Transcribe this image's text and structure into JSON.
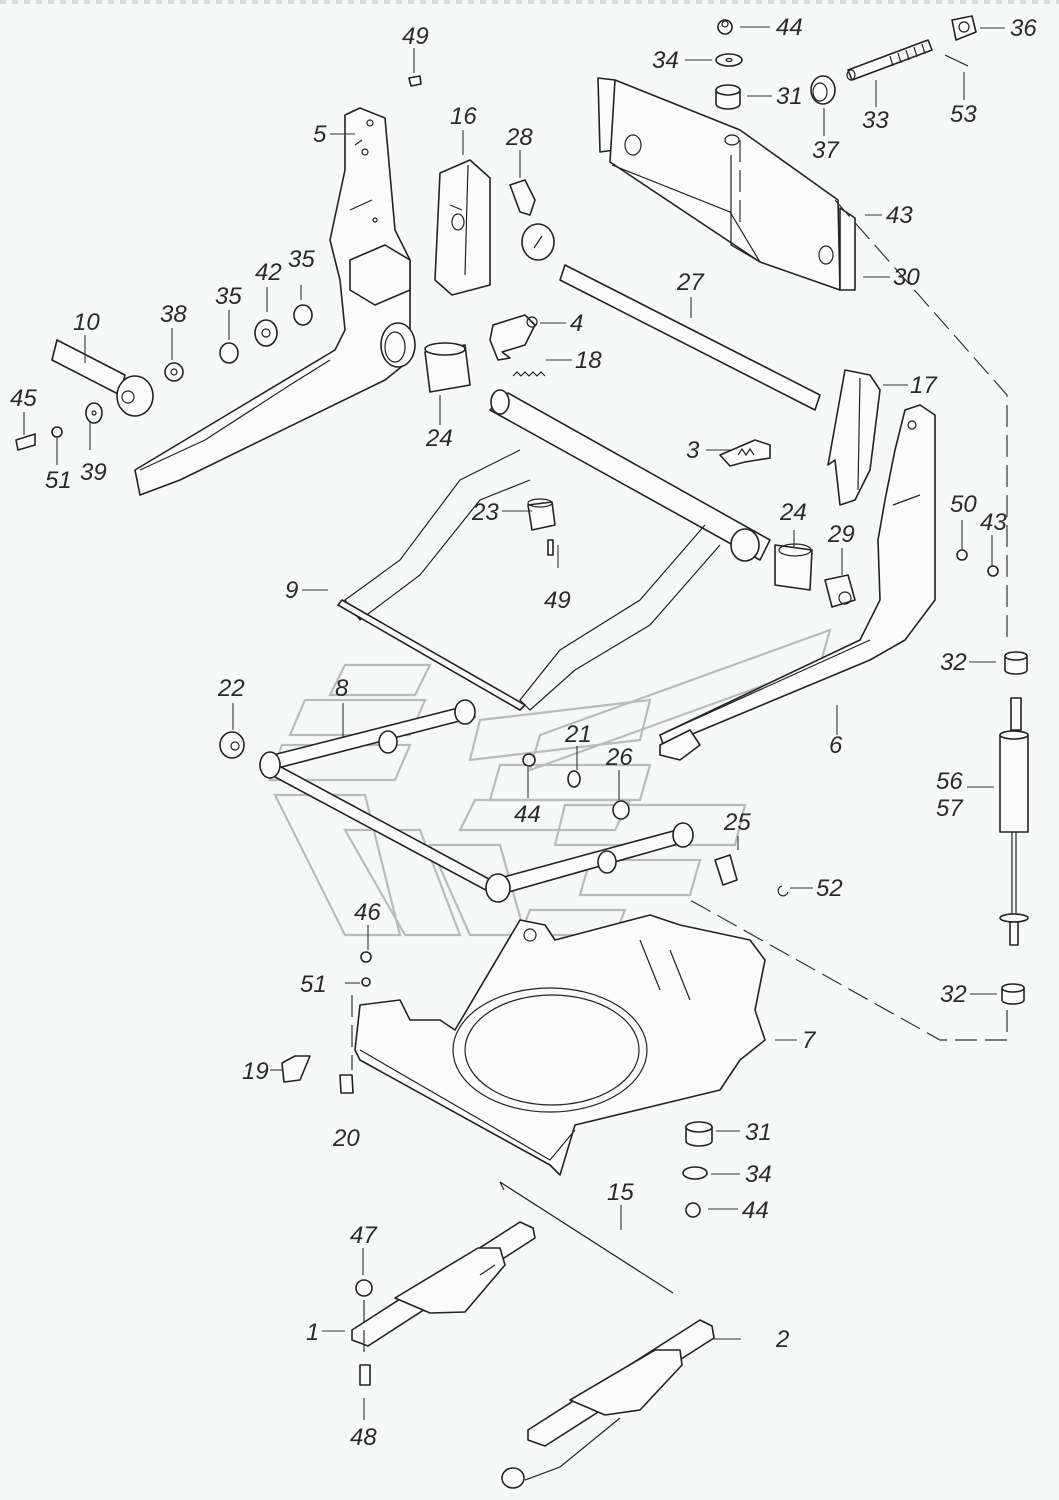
{
  "diagram": {
    "type": "exploded-parts-diagram",
    "subject": "seat base / suspension frame assembly",
    "labels": [
      {
        "id": "44a",
        "text": "44",
        "part": "nut"
      },
      {
        "id": "36",
        "text": "36",
        "part": "adjuster block"
      },
      {
        "id": "49a",
        "text": "49",
        "part": "rivet"
      },
      {
        "id": "34a",
        "text": "34",
        "part": "washer"
      },
      {
        "id": "31a",
        "text": "31",
        "part": "bushing"
      },
      {
        "id": "37",
        "text": "37",
        "part": "spacer bushing"
      },
      {
        "id": "33",
        "text": "33",
        "part": "threaded rod"
      },
      {
        "id": "53",
        "text": "53",
        "part": "cotter pin"
      },
      {
        "id": "5",
        "text": "5",
        "part": "left side bracket"
      },
      {
        "id": "16",
        "text": "16",
        "part": "left cover"
      },
      {
        "id": "28",
        "text": "28",
        "part": "knob lever"
      },
      {
        "id": "43a",
        "text": "43",
        "part": "nut"
      },
      {
        "id": "30",
        "text": "30",
        "part": "rear plate"
      },
      {
        "id": "27",
        "text": "27",
        "part": "strip"
      },
      {
        "id": "42",
        "text": "42",
        "part": "bearing"
      },
      {
        "id": "35a",
        "text": "35",
        "part": "bushing"
      },
      {
        "id": "35b",
        "text": "35",
        "part": "bushing"
      },
      {
        "id": "38",
        "text": "38",
        "part": "star washer"
      },
      {
        "id": "10",
        "text": "10",
        "part": "shaft"
      },
      {
        "id": "4",
        "text": "4",
        "part": "latch plate"
      },
      {
        "id": "18",
        "text": "18",
        "part": "spring"
      },
      {
        "id": "17",
        "text": "17",
        "part": "right cover"
      },
      {
        "id": "45",
        "text": "45",
        "part": "bolt"
      },
      {
        "id": "51a",
        "text": "51",
        "part": "washer"
      },
      {
        "id": "39",
        "text": "39",
        "part": "washer"
      },
      {
        "id": "24a",
        "text": "24",
        "part": "bushing"
      },
      {
        "id": "3",
        "text": "3",
        "part": "latch plate"
      },
      {
        "id": "23",
        "text": "23",
        "part": "stop"
      },
      {
        "id": "24b",
        "text": "24",
        "part": "bushing"
      },
      {
        "id": "29",
        "text": "29",
        "part": "clamp bushing"
      },
      {
        "id": "50",
        "text": "50",
        "part": "washer"
      },
      {
        "id": "43b",
        "text": "43",
        "part": "nut"
      },
      {
        "id": "9",
        "text": "9",
        "part": "upper frame"
      },
      {
        "id": "49b",
        "text": "49",
        "part": "rivet"
      },
      {
        "id": "32a",
        "text": "32",
        "part": "bushing"
      },
      {
        "id": "22",
        "text": "22",
        "part": "bushing"
      },
      {
        "id": "8",
        "text": "8",
        "part": "lower link frame"
      },
      {
        "id": "6",
        "text": "6",
        "part": "right side bracket"
      },
      {
        "id": "21",
        "text": "21",
        "part": "washer"
      },
      {
        "id": "26",
        "text": "26",
        "part": "bushing"
      },
      {
        "id": "44b",
        "text": "44",
        "part": "nut"
      },
      {
        "id": "56",
        "text": "56",
        "part": "gas spring"
      },
      {
        "id": "57",
        "text": "57",
        "part": "gas spring"
      },
      {
        "id": "25",
        "text": "25",
        "part": "pin"
      },
      {
        "id": "52",
        "text": "52",
        "part": "circlip"
      },
      {
        "id": "46",
        "text": "46",
        "part": "nut"
      },
      {
        "id": "51b",
        "text": "51",
        "part": "washer"
      },
      {
        "id": "7",
        "text": "7",
        "part": "swivel base plate"
      },
      {
        "id": "32b",
        "text": "32",
        "part": "bushing"
      },
      {
        "id": "19",
        "text": "19",
        "part": "clip"
      },
      {
        "id": "20",
        "text": "20",
        "part": "pad"
      },
      {
        "id": "31b",
        "text": "31",
        "part": "bushing"
      },
      {
        "id": "34b",
        "text": "34",
        "part": "washer"
      },
      {
        "id": "15",
        "text": "15",
        "part": "rod"
      },
      {
        "id": "44c",
        "text": "44",
        "part": "nut"
      },
      {
        "id": "47",
        "text": "47",
        "part": "nut"
      },
      {
        "id": "1",
        "text": "1",
        "part": "left slide rail"
      },
      {
        "id": "2",
        "text": "2",
        "part": "right slide rail with handle"
      },
      {
        "id": "48",
        "text": "48",
        "part": "bolt"
      }
    ]
  }
}
